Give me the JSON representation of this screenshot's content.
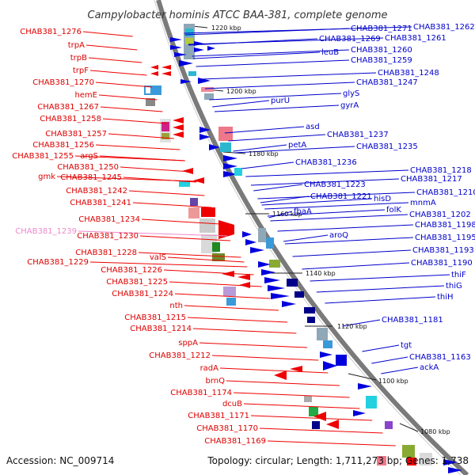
{
  "title": "Campylobacter hominis ATCC BAA-381, complete genome",
  "footer": {
    "accession": "Accession: NC_009714",
    "summary": "Topology: circular; Length: 1,711,273 bp; Genes: 1,738"
  },
  "ticks": [
    "1220 kbp",
    "1200 kbp",
    "1180 kbp",
    "1160 kbp",
    "1140 kbp",
    "1120 kbp",
    "1100 kbp",
    "1080 kbp"
  ],
  "colors": {
    "reverse_strand_label": "#dd0000",
    "forward_strand_label": "#0000cc",
    "highlight_label": "#ee88cc",
    "backbone": "#808080"
  },
  "left_labels": [
    "CHAB381_1276",
    "trpA",
    "trpB",
    "trpF",
    "CHAB381_1270",
    "hemE",
    "CHAB381_1267",
    "CHAB381_1258",
    "CHAB381_1257",
    "CHAB381_1256",
    "CHAB381_1255",
    "argS",
    "CHAB381_1250",
    "gmk",
    "CHAB381_1245",
    "CHAB381_1242",
    "CHAB381_1241",
    "CHAB381_1234",
    "CHAB381_1239",
    "CHAB381_1230",
    "CHAB381_1228",
    "valS",
    "CHAB381_1229",
    "CHAB381_1226",
    "CHAB381_1225",
    "CHAB381_1224",
    "nth",
    "CHAB381_1215",
    "CHAB381_1214",
    "sppA",
    "CHAB381_1212",
    "radA",
    "brnQ",
    "CHAB381_1174",
    "dcuB",
    "CHAB381_1171",
    "CHAB381_1170",
    "CHAB381_1169"
  ],
  "right_labels": [
    "CHAB381_1271",
    "CHAB381_1262",
    "CHAB381_1269",
    "CHAB381_1261",
    "CHAB381_1260",
    "leuB",
    "CHAB381_1259",
    "CHAB381_1248",
    "CHAB381_1247",
    "glyS",
    "purU",
    "gyrA",
    "asd",
    "CHAB381_1237",
    "petA",
    "CHAB381_1235",
    "CHAB381_1236",
    "CHAB381_1218",
    "CHAB381_1223",
    "CHAB381_1217",
    "CHAB381_1221",
    "hisD",
    "CHAB381_1210",
    "mnmA",
    "fbaA",
    "folK",
    "CHAB381_1202",
    "aroQ",
    "CHAB381_1198",
    "CHAB381_1195",
    "CHAB381_1193",
    "CHAB381_1190",
    "thiF",
    "thiG",
    "thiH",
    "CHAB381_1181",
    "tgt",
    "CHAB381_1163",
    "ackA"
  ]
}
